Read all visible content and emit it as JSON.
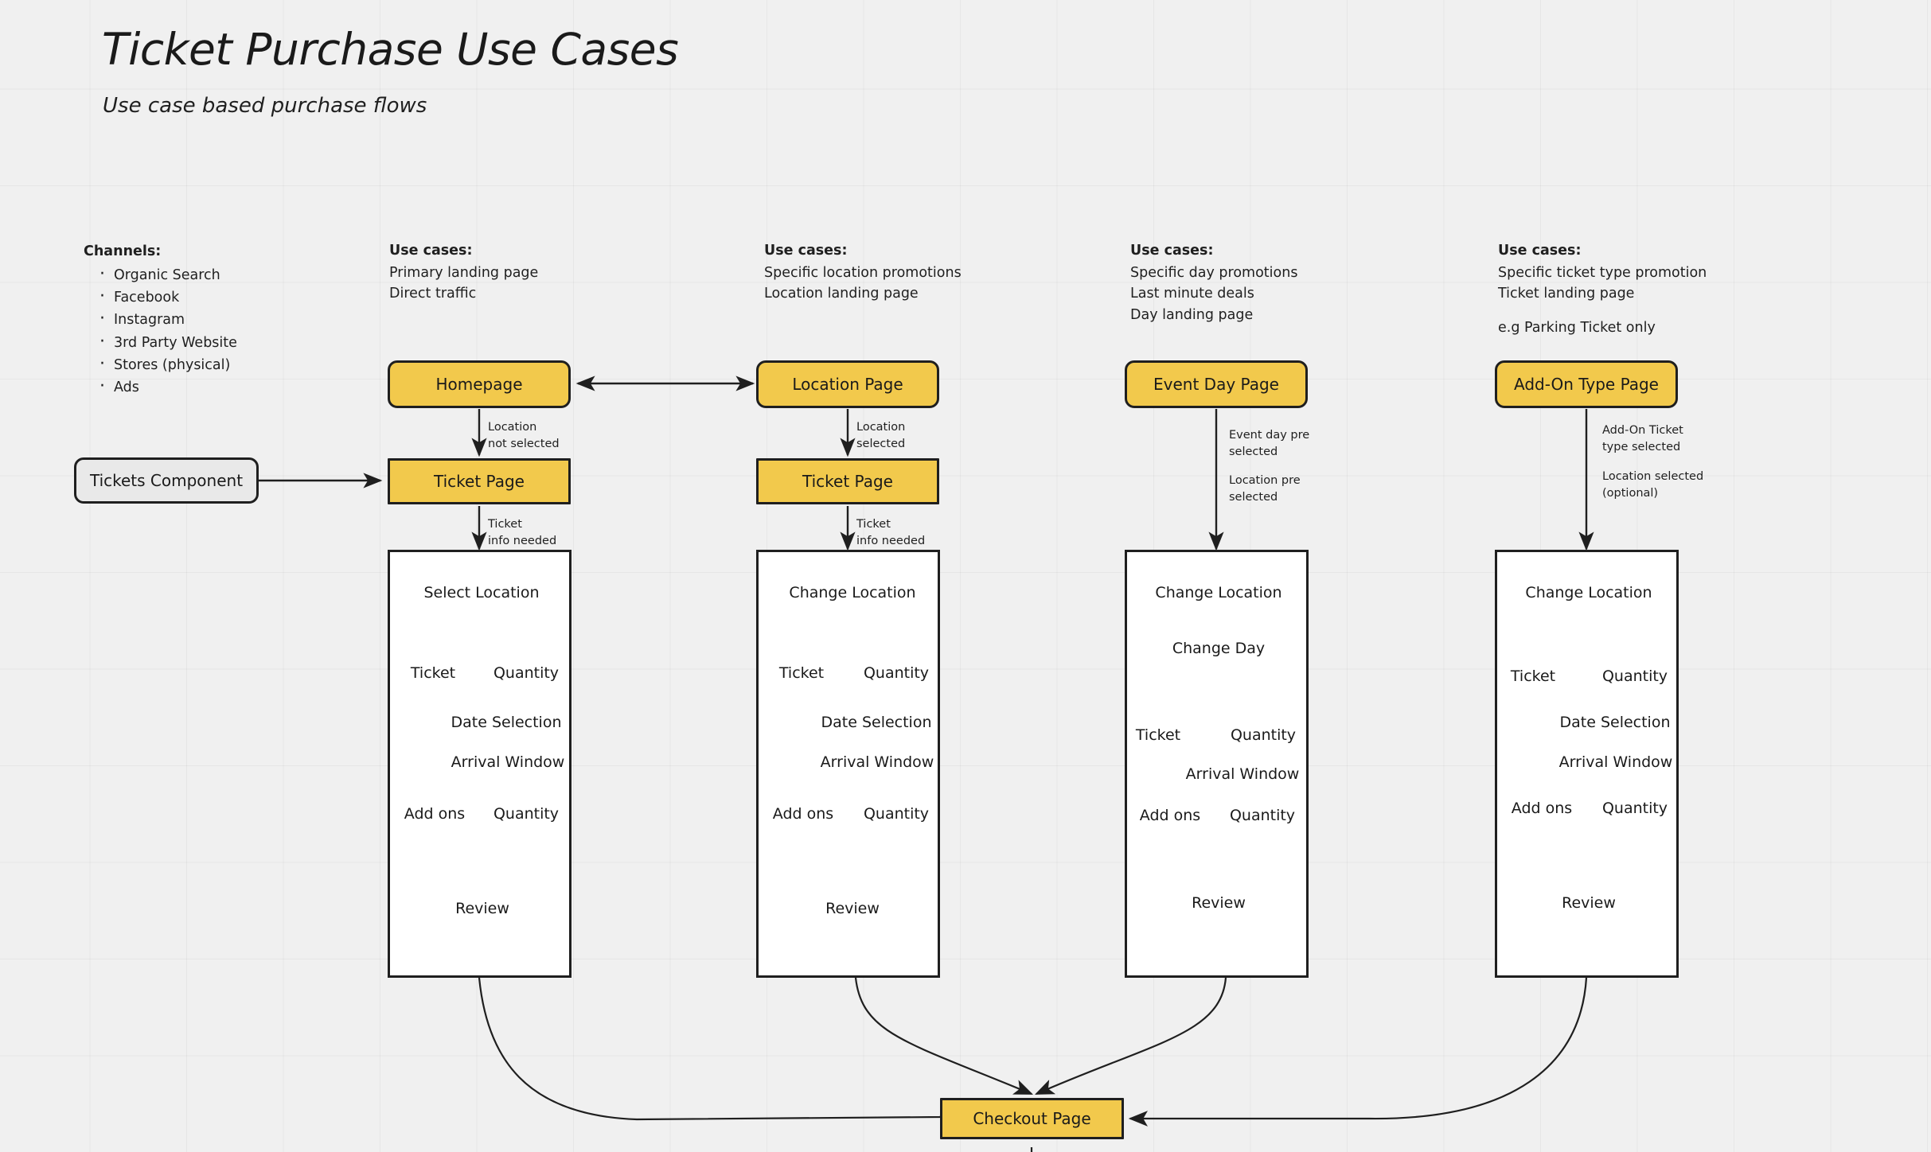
{
  "header": {
    "title": "Ticket Purchase Use Cases",
    "subtitle": "Use case based purchase flows"
  },
  "channels": {
    "heading": "Channels:",
    "items": [
      "Organic Search",
      "Facebook",
      "Instagram",
      "3rd Party Website",
      "Stores (physical)",
      "Ads"
    ]
  },
  "colors": {
    "node_yellow": "#f2c94c",
    "node_grey": "#e9e9e9",
    "stroke": "#1f1f1f",
    "canvas": "#f0f0f0"
  },
  "entry_node": {
    "label": "Tickets Component"
  },
  "checkout": {
    "label": "Checkout Page"
  },
  "columns": [
    {
      "usecases": {
        "heading": "Use cases:",
        "lines": [
          "Primary landing page",
          "Direct traffic"
        ],
        "extra": ""
      },
      "top_node": "Homepage",
      "mid_node": "Ticket Page",
      "edge_label_top": "Location\nnot selected",
      "edge_label_top_l1": "Location",
      "edge_label_top_l2": "not selected",
      "edge_label_mid_l1": "Ticket",
      "edge_label_mid_l2": "info needed",
      "steps": {
        "s1": "Select Location",
        "s2": "Ticket",
        "s3": "Quantity",
        "s4": "Date Selection",
        "s5": "Arrival Window",
        "s6": "Add ons",
        "s7": "Quantity",
        "s8": "Review"
      }
    },
    {
      "usecases": {
        "heading": "Use cases:",
        "lines": [
          "Specific location promotions",
          "Location landing page"
        ],
        "extra": ""
      },
      "top_node": "Location Page",
      "mid_node": "Ticket Page",
      "edge_label_top_l1": "Location",
      "edge_label_top_l2": "selected",
      "edge_label_mid_l1": "Ticket",
      "edge_label_mid_l2": "info needed",
      "steps": {
        "s1": "Change Location",
        "s2": "Ticket",
        "s3": "Quantity",
        "s4": "Date Selection",
        "s5": "Arrival Window",
        "s6": "Add ons",
        "s7": "Quantity",
        "s8": "Review"
      }
    },
    {
      "usecases": {
        "heading": "Use cases:",
        "lines": [
          "Specific day promotions",
          "Last minute deals",
          "Day landing page"
        ],
        "extra": ""
      },
      "top_node": "Event Day Page",
      "mid_node": "",
      "edge_label_top_l1": "Event day pre",
      "edge_label_top_l2": "selected",
      "edge_label_mid_l1": "Location pre",
      "edge_label_mid_l2": "selected",
      "steps": {
        "s1": "Change Location",
        "s1b": "Change Day",
        "s2": "Ticket",
        "s3": "Quantity",
        "s5": "Arrival Window",
        "s6": "Add ons",
        "s7": "Quantity",
        "s8": "Review"
      }
    },
    {
      "usecases": {
        "heading": "Use cases:",
        "lines": [
          "Specific ticket type promotion",
          "Ticket landing page"
        ],
        "extra": "e.g Parking Ticket only"
      },
      "top_node": "Add-On Type Page",
      "mid_node": "",
      "edge_label_top_l1": "Add-On Ticket",
      "edge_label_top_l2": "type selected",
      "edge_label_mid_l1": "Location selected",
      "edge_label_mid_l2": "(optional)",
      "steps": {
        "s1": "Change Location",
        "s2": "Ticket",
        "s3": "Quantity",
        "s4": "Date Selection",
        "s5": "Arrival Window",
        "s6": "Add ons",
        "s7": "Quantity",
        "s8": "Review"
      }
    }
  ]
}
